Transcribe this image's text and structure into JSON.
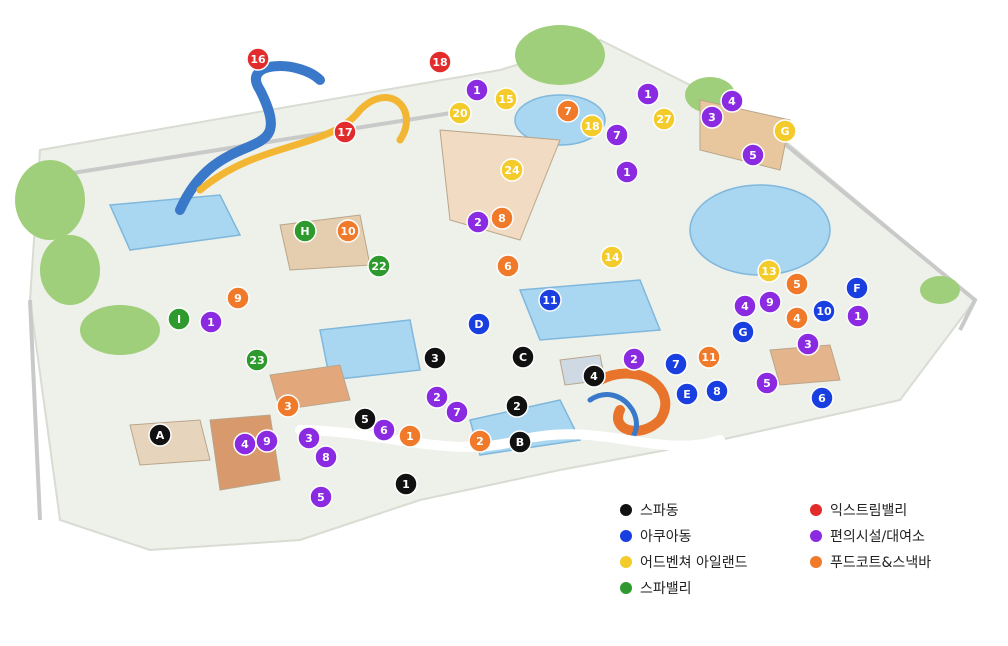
{
  "palette": {
    "spa": "#111111",
    "aqua": "#1a3fe0",
    "adventure": "#f3cc2c",
    "spavalley": "#2e9a2e",
    "extreme": "#e22c2c",
    "facility": "#8a2be2",
    "food": "#f07a2a"
  },
  "legend": [
    {
      "key": "spa",
      "label": "스파동"
    },
    {
      "key": "extreme",
      "label": "익스트림밸리"
    },
    {
      "key": "aqua",
      "label": "아쿠아동"
    },
    {
      "key": "facility",
      "label": "편의시설/대여소"
    },
    {
      "key": "adventure",
      "label": "어드벤쳐 아일랜드"
    },
    {
      "key": "food",
      "label": "푸드코트&스낵바"
    },
    {
      "key": "spavalley",
      "label": "스파밸리"
    }
  ],
  "markers": [
    {
      "label": "16",
      "cat": "extreme"
    },
    {
      "label": "18",
      "cat": "extreme"
    },
    {
      "label": "17",
      "cat": "extreme"
    },
    {
      "label": "1",
      "cat": "facility"
    },
    {
      "label": "1",
      "cat": "facility"
    },
    {
      "label": "4",
      "cat": "facility"
    },
    {
      "label": "3",
      "cat": "facility"
    },
    {
      "label": "7",
      "cat": "facility"
    },
    {
      "label": "5",
      "cat": "facility"
    },
    {
      "label": "1",
      "cat": "facility"
    },
    {
      "label": "2",
      "cat": "facility"
    },
    {
      "label": "1",
      "cat": "facility"
    },
    {
      "label": "4",
      "cat": "facility"
    },
    {
      "label": "9",
      "cat": "facility"
    },
    {
      "label": "1",
      "cat": "facility"
    },
    {
      "label": "3",
      "cat": "facility"
    },
    {
      "label": "2",
      "cat": "facility"
    },
    {
      "label": "5",
      "cat": "facility"
    },
    {
      "label": "2",
      "cat": "facility"
    },
    {
      "label": "7",
      "cat": "facility"
    },
    {
      "label": "6",
      "cat": "facility"
    },
    {
      "label": "3",
      "cat": "facility"
    },
    {
      "label": "8",
      "cat": "facility"
    },
    {
      "label": "4",
      "cat": "facility"
    },
    {
      "label": "9",
      "cat": "facility"
    },
    {
      "label": "5",
      "cat": "facility"
    },
    {
      "label": "15",
      "cat": "adventure"
    },
    {
      "label": "20",
      "cat": "adventure"
    },
    {
      "label": "18",
      "cat": "adventure"
    },
    {
      "label": "27",
      "cat": "adventure"
    },
    {
      "label": "G",
      "cat": "adventure"
    },
    {
      "label": "24",
      "cat": "adventure"
    },
    {
      "label": "14",
      "cat": "adventure"
    },
    {
      "label": "13",
      "cat": "adventure"
    },
    {
      "label": "7",
      "cat": "food"
    },
    {
      "label": "8",
      "cat": "food"
    },
    {
      "label": "10",
      "cat": "food"
    },
    {
      "label": "6",
      "cat": "food"
    },
    {
      "label": "9",
      "cat": "food"
    },
    {
      "label": "5",
      "cat": "food"
    },
    {
      "label": "4",
      "cat": "food"
    },
    {
      "label": "11",
      "cat": "food"
    },
    {
      "label": "3",
      "cat": "food"
    },
    {
      "label": "1",
      "cat": "food"
    },
    {
      "label": "2",
      "cat": "food"
    },
    {
      "label": "H",
      "cat": "spavalley"
    },
    {
      "label": "22",
      "cat": "spavalley"
    },
    {
      "label": "I",
      "cat": "spavalley"
    },
    {
      "label": "23",
      "cat": "spavalley"
    },
    {
      "label": "11",
      "cat": "aqua"
    },
    {
      "label": "F",
      "cat": "aqua"
    },
    {
      "label": "10",
      "cat": "aqua"
    },
    {
      "label": "D",
      "cat": "aqua"
    },
    {
      "label": "G",
      "cat": "aqua"
    },
    {
      "label": "7",
      "cat": "aqua"
    },
    {
      "label": "E",
      "cat": "aqua"
    },
    {
      "label": "8",
      "cat": "aqua"
    },
    {
      "label": "6",
      "cat": "aqua"
    },
    {
      "label": "3",
      "cat": "spa"
    },
    {
      "label": "C",
      "cat": "spa"
    },
    {
      "label": "4",
      "cat": "spa"
    },
    {
      "label": "2",
      "cat": "spa"
    },
    {
      "label": "B",
      "cat": "spa"
    },
    {
      "label": "5",
      "cat": "spa"
    },
    {
      "label": "A",
      "cat": "spa"
    },
    {
      "label": "1",
      "cat": "spa"
    }
  ]
}
